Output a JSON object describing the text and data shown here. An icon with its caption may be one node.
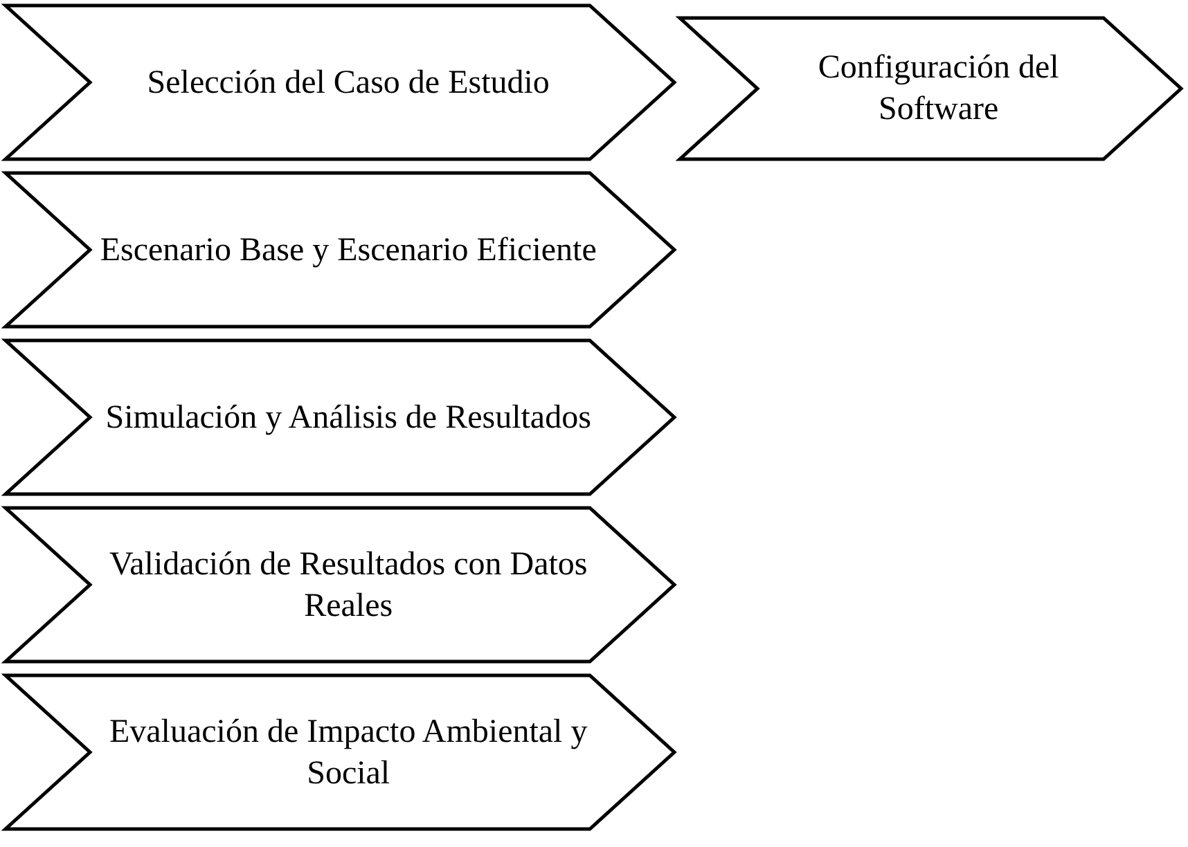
{
  "diagram": {
    "nodes": [
      {
        "text": [
          "Selección del Caso de Estudio"
        ]
      },
      {
        "text": [
          "Configuración del Software"
        ]
      },
      {
        "text": [
          "Escenario Base y Escenario Eficiente"
        ]
      },
      {
        "text": [
          "Simulación y Análisis de Resultados"
        ]
      },
      {
        "text": [
          "Validación de Resultados con Datos Reales"
        ]
      },
      {
        "text": [
          "Evaluación de Impacto Ambiental y Social"
        ]
      }
    ]
  }
}
